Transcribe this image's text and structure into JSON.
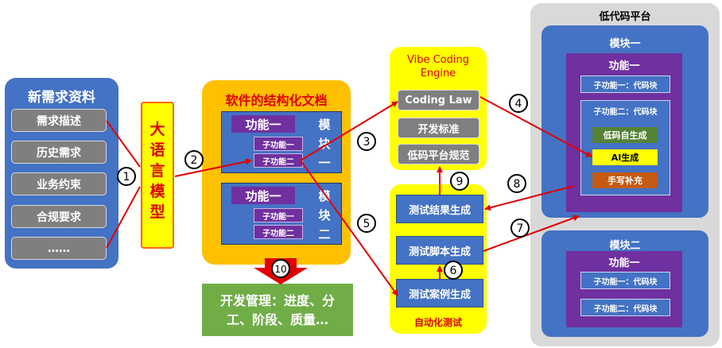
{
  "requirements": {
    "title": "新需求资料",
    "items": [
      "需求描述",
      "历史需求",
      "业务约束",
      "合规要求",
      "……"
    ]
  },
  "llm": {
    "label": [
      "大",
      "语",
      "言",
      "模",
      "型"
    ]
  },
  "doc": {
    "title": "软件的结构化文档",
    "modules": [
      {
        "func": "功能一",
        "vert": [
          "模",
          "块",
          "一"
        ],
        "subs": [
          "子功能一",
          "子功能二"
        ]
      },
      {
        "func": "功能一",
        "vert": [
          "模",
          "块",
          "二"
        ],
        "subs": [
          "子功能一",
          "子功能二"
        ]
      }
    ]
  },
  "management": {
    "line1": "开发管理：进度、分",
    "line2": "工、阶段、质量…"
  },
  "vibe": {
    "title_line1": "Vibe Coding",
    "title_line2": "Engine",
    "items": [
      "Coding Law",
      "开发标准",
      "低码平台规范"
    ]
  },
  "test": {
    "title": "自动化测试",
    "items": [
      "测试结果生成",
      "测试脚本生成",
      "测试案例生成"
    ]
  },
  "lowcode": {
    "title": "低代码平台",
    "module1": {
      "title": "模块一",
      "func": "功能一",
      "sub1": "子功能一：代码块",
      "sub2": "子功能二：代码块",
      "gen": [
        "低码自生成",
        "AI生成",
        "手写补充"
      ]
    },
    "module2": {
      "title": "模块二",
      "func": "功能一",
      "sub1": "子功能一：代码块",
      "sub2": "子功能二：代码块"
    }
  },
  "steps": [
    "1",
    "2",
    "3",
    "4",
    "5",
    "6",
    "7",
    "8",
    "9",
    "10"
  ],
  "colors": {
    "blue": "#4472c4",
    "gray": "#7f7f7f",
    "yellow": "#ffff00",
    "orange": "#ffc000",
    "purple": "#7030a0",
    "green": "#70ad47",
    "red": "#e00000",
    "light_gray": "#d9d9d9",
    "gen_green": "#548235",
    "gen_orange": "#c55a11"
  }
}
